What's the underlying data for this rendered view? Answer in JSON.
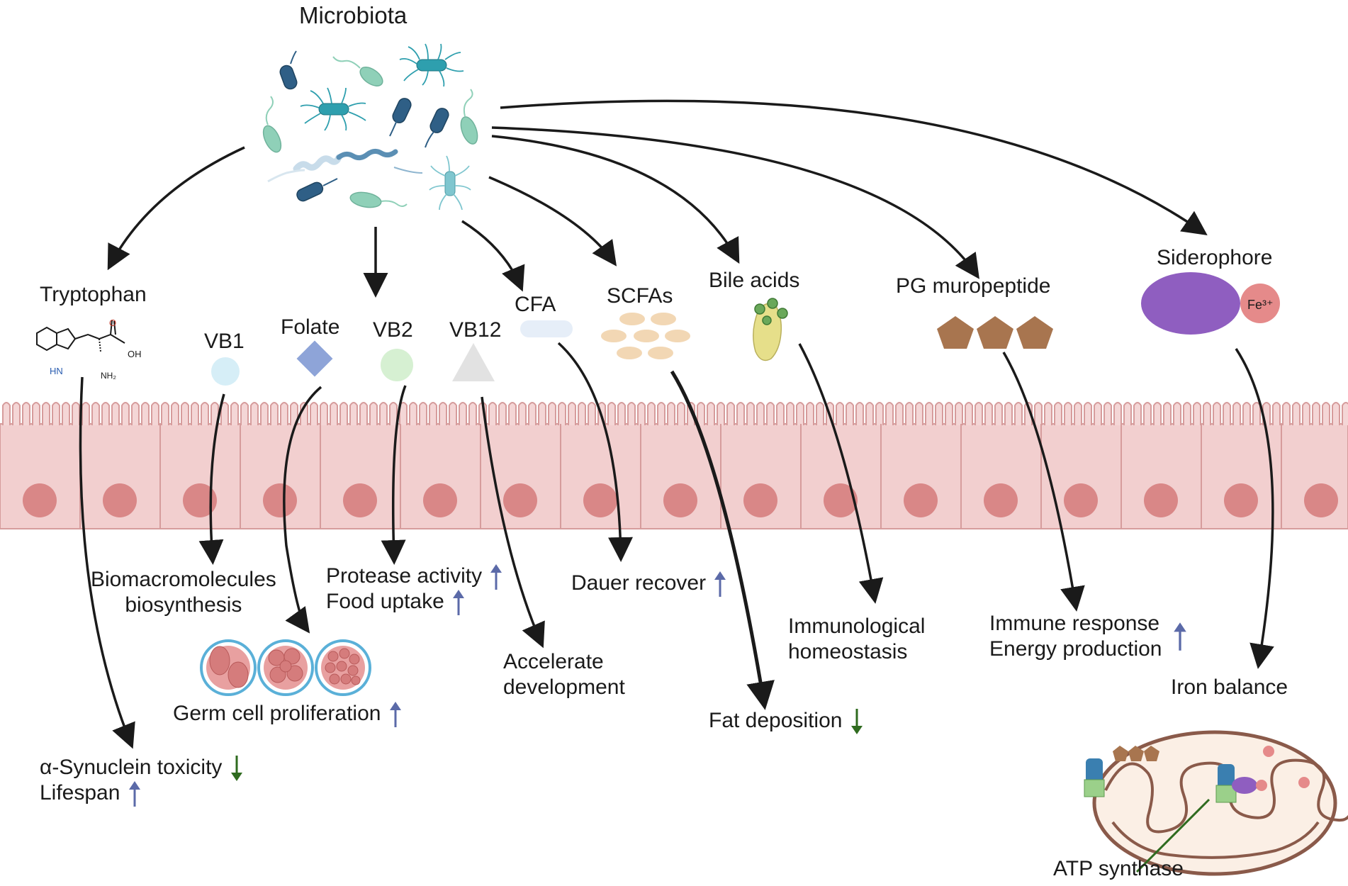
{
  "title": "Microbiota",
  "metabolites": {
    "tryptophan": "Tryptophan",
    "vb1": "VB1",
    "folate": "Folate",
    "vb2": "VB2",
    "vb12": "VB12",
    "cfa": "CFA",
    "scfas": "SCFAs",
    "bile_acids": "Bile acids",
    "pg_muropeptide": "PG muropeptide",
    "siderophore": "Siderophore",
    "fe": "Fe³⁺"
  },
  "tryptophan_structure": {
    "oh": "OH",
    "o": "O",
    "hn": "HN",
    "nh2": "NH₂"
  },
  "effects": {
    "synuclein": "α-Synuclein toxicity",
    "lifespan": "Lifespan",
    "biomacro_1": "Biomacromolecules",
    "biomacro_2": "biosynthesis",
    "germ": "Germ cell proliferation",
    "protease": "Protease activity",
    "food": "Food uptake",
    "accelerate_1": "Accelerate",
    "accelerate_2": "development",
    "dauer": "Dauer recover",
    "fat": "Fat deposition",
    "immuno_1": "Immunological",
    "immuno_2": "homeostasis",
    "immune": "Immune response",
    "energy": "Energy production",
    "iron": "Iron balance",
    "atp": "ATP synthase"
  },
  "colors": {
    "up_arrow": "#5b6aa8",
    "down_arrow": "#2f6b1f",
    "epithelium": "#f2cfcf",
    "epithelium_line": "#d69c9c",
    "nucleus": "#d98787",
    "pg": "#a8754f",
    "siderophore": "#8f5ec0",
    "fe_ball": "#e58a8a"
  }
}
